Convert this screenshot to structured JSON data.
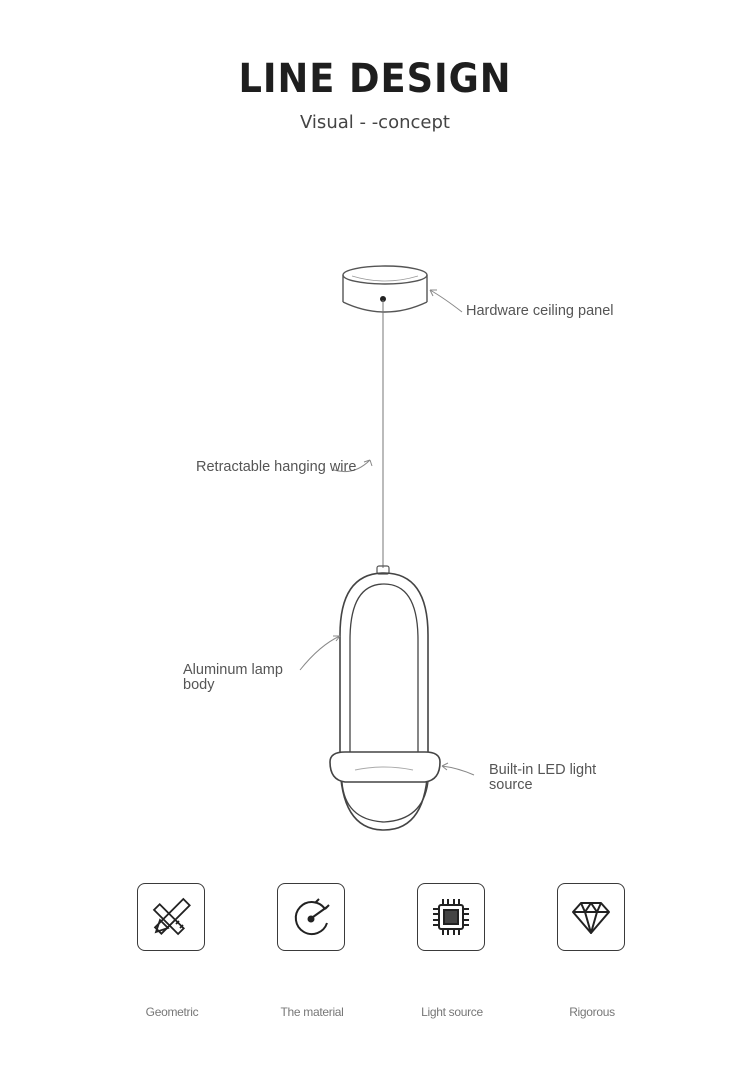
{
  "header": {
    "title": "LINE DESIGN",
    "subtitle": "Visual - -concept"
  },
  "callouts": {
    "ceiling_panel": "Hardware ceiling panel",
    "hanging_wire": "Retractable hanging wire",
    "lamp_body": "Aluminum lamp body",
    "led_source": "Built-in LED light source"
  },
  "features": [
    {
      "icon": "geometric-icon",
      "label": "Geometric"
    },
    {
      "icon": "material-icon",
      "label": "The material"
    },
    {
      "icon": "chip-icon",
      "label": "Light source"
    },
    {
      "icon": "diamond-icon",
      "label": "Rigorous"
    }
  ],
  "colors": {
    "line": "#333333",
    "text": "#555555",
    "background": "#ffffff"
  }
}
